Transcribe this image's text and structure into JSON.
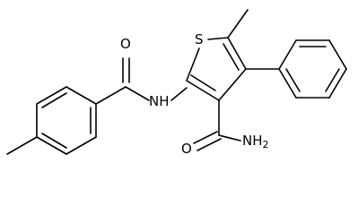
{
  "molecule": {
    "atoms": {
      "sulfur": "S",
      "oxygen_amide_1": "O",
      "oxygen_amide_2": "O",
      "amide_nh": "NH",
      "amide_nh2_n": "NH",
      "amide_nh2_sub": "2"
    }
  }
}
